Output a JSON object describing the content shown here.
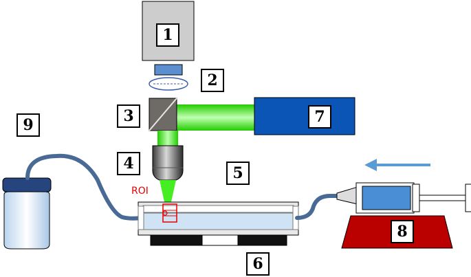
{
  "labels": {
    "camera": "1",
    "tube_lens": "2",
    "dichroic_mirror": "3",
    "objective": "4",
    "flow_chamber": "5",
    "stage": "6",
    "laser": "7",
    "syringe_pump": "8",
    "reservoir": "9"
  },
  "roi_label": "ROI",
  "colors": {
    "laser_beam": "#44ee22",
    "laser_box": "#0a55b5",
    "pump_base": "#bb0000",
    "tubing": "#4a6a96",
    "camera": "#cdcdcd",
    "roi": "#e30000",
    "flow_arrow": "#5b9bd5"
  }
}
